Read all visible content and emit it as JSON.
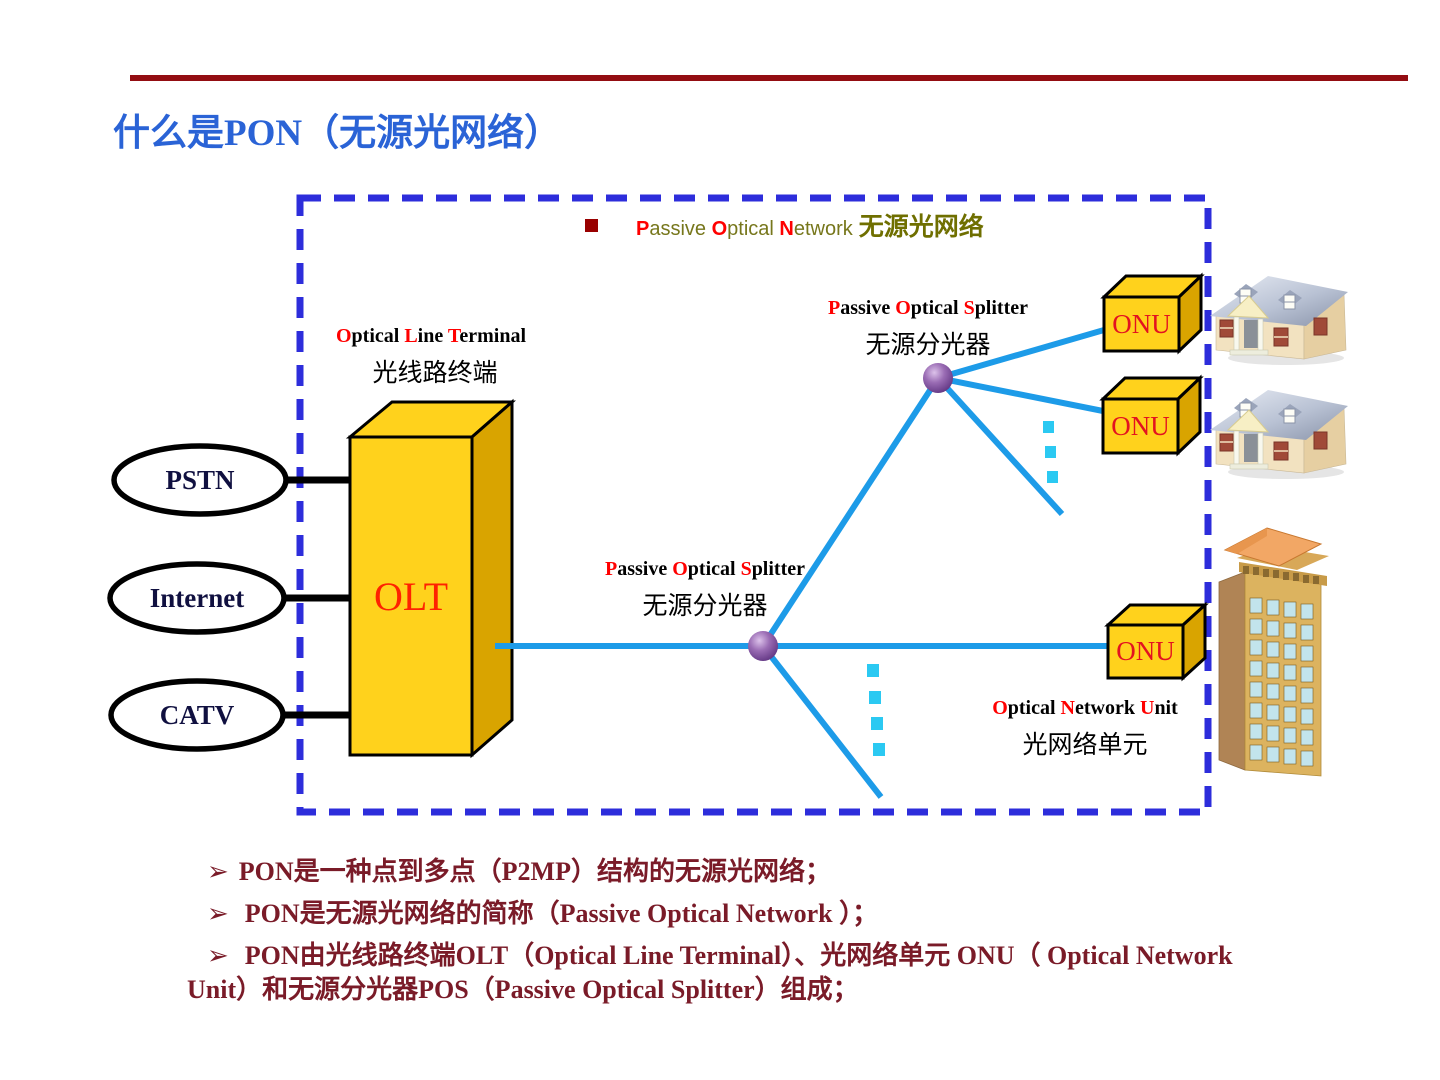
{
  "title": {
    "prefix": "什么是",
    "acronym": "PON",
    "suffix": "（无源光网络）"
  },
  "header": {
    "bullet": "■",
    "l1": "P",
    "r1": "assive ",
    "l2": "O",
    "r2": "ptical ",
    "l3": "N",
    "r3": "etwork",
    "cn": "无源光网络"
  },
  "olt": {
    "en": {
      "l1": "O",
      "r1": "ptical ",
      "l2": "L",
      "r2": "ine ",
      "l3": "T",
      "r3": "erminal"
    },
    "cn": "光线路终端",
    "box_label": "OLT"
  },
  "splitter_upper": {
    "en": {
      "l1": "P",
      "r1": "assive ",
      "l2": "O",
      "r2": "ptical ",
      "l3": "S",
      "r3": "plitter"
    },
    "cn": "无源分光器"
  },
  "splitter_lower": {
    "en": {
      "l1": "P",
      "r1": "assive ",
      "l2": "O",
      "r2": "ptical ",
      "l3": "S",
      "r3": "plitter"
    },
    "cn": "无源分光器"
  },
  "onu": {
    "en": {
      "l1": "O",
      "r1": "ptical ",
      "l2": "N",
      "r2": "etwork ",
      "l3": "U",
      "r3": "nit"
    },
    "cn": "光网络单元",
    "box_label": "ONU"
  },
  "sources": [
    {
      "label": "PSTN"
    },
    {
      "label": "Internet"
    },
    {
      "label": "CATV"
    }
  ],
  "bullets": {
    "marker": "➢",
    "b1": "PON是一种点到多点（P2MP）结构的无源光网络；",
    "b2": "PON是无源光网络的简称（Passive Optical Network ）；",
    "b3_line1": "PON由光线路终端OLT（Optical Line Terminal）、光网络单元 ONU（ Optical Network",
    "b3_line2": "Unit）和无源分光器POS（Passive Optical Splitter）组成；"
  },
  "colors": {
    "title_blue": "#2A63D6",
    "rule_red": "#930D12",
    "border_blue": "#2D2DDB",
    "fiber_blue": "#1D9BE8",
    "dot_cyan": "#2BC9F2",
    "box_yellow": "#FFD21C",
    "box_side": "#D9A400",
    "text_maroon": "#7A1B28",
    "accent_red": "#FF0000",
    "olive": "#77771C"
  },
  "icons": [
    "house-icon",
    "house-icon",
    "building-icon",
    "splitter-node-icon",
    "splitter-node-icon"
  ]
}
